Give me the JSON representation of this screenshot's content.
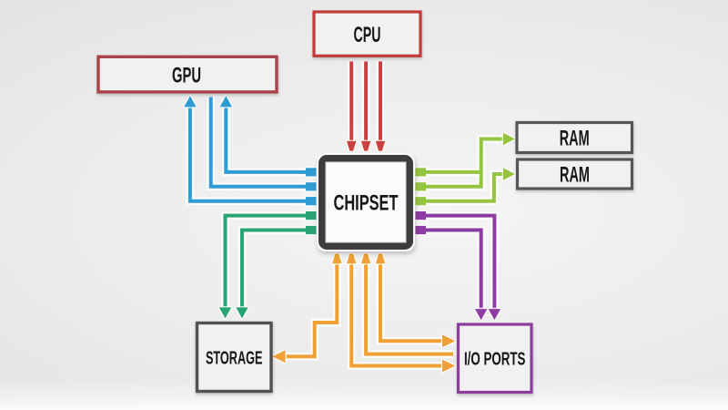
{
  "diagram": {
    "type": "computer-architecture-block-diagram",
    "nodes": {
      "cpu": {
        "label": "CPU"
      },
      "gpu": {
        "label": "GPU"
      },
      "chipset": {
        "label": "CHIPSET"
      },
      "ram1": {
        "label": "RAM"
      },
      "ram2": {
        "label": "RAM"
      },
      "storage": {
        "label": "STORAGE"
      },
      "io": {
        "label": "I/O PORTS"
      }
    },
    "edges": [
      {
        "from": "CPU",
        "to": "CHIPSET",
        "color": "red",
        "lines": 3,
        "arrowheads": "into CHIPSET"
      },
      {
        "from": "CHIPSET",
        "to": "GPU",
        "color": "blue",
        "lines": 2,
        "arrowheads": "into GPU"
      },
      {
        "from": "GPU",
        "to": "CHIPSET",
        "color": "blue",
        "lines": 1,
        "arrowheads": "none"
      },
      {
        "from": "CHIPSET",
        "to": "RAM",
        "color": "green",
        "lines": 2,
        "arrowheads": "one into each RAM box"
      },
      {
        "from": "CHIPSET",
        "to": "STORAGE",
        "color": "teal",
        "lines": 2,
        "arrowheads": "into STORAGE"
      },
      {
        "from": "CHIPSET",
        "to": "I/O PORTS",
        "color": "purple",
        "lines": 2,
        "arrowheads": "into I/O PORTS"
      },
      {
        "from": "CHIPSET",
        "to": "STORAGE",
        "color": "orange",
        "lines": 1,
        "arrowheads": "both ends"
      },
      {
        "from": "CHIPSET",
        "to": "I/O PORTS",
        "color": "orange",
        "lines": 3,
        "arrowheads": "2 into I/O PORTS, 3 into CHIPSET"
      }
    ]
  },
  "palette": {
    "background_inner": "#f5f5f5",
    "background_mid": "#e9e9e9",
    "background_outer": "#dddddd",
    "line_casing": "#ffffff",
    "box_fill": "#f1f1f1",
    "chipset_fill": "#fcfcfc",
    "label_text": "#161616",
    "red_line": "#cb4040",
    "blue_line": "#2e9cd4",
    "teal_line": "#29a474",
    "green_line": "#95c53e",
    "purple_line": "#8d3ca4",
    "orange_line": "#f0a135",
    "cpu_border": "#c23a3a",
    "gpu_border": "#ab4349",
    "chipset_border": "#3d3d3f",
    "ram_border": "#56575a",
    "storage_border": "#505154",
    "io_border": "#8c3e9e"
  }
}
